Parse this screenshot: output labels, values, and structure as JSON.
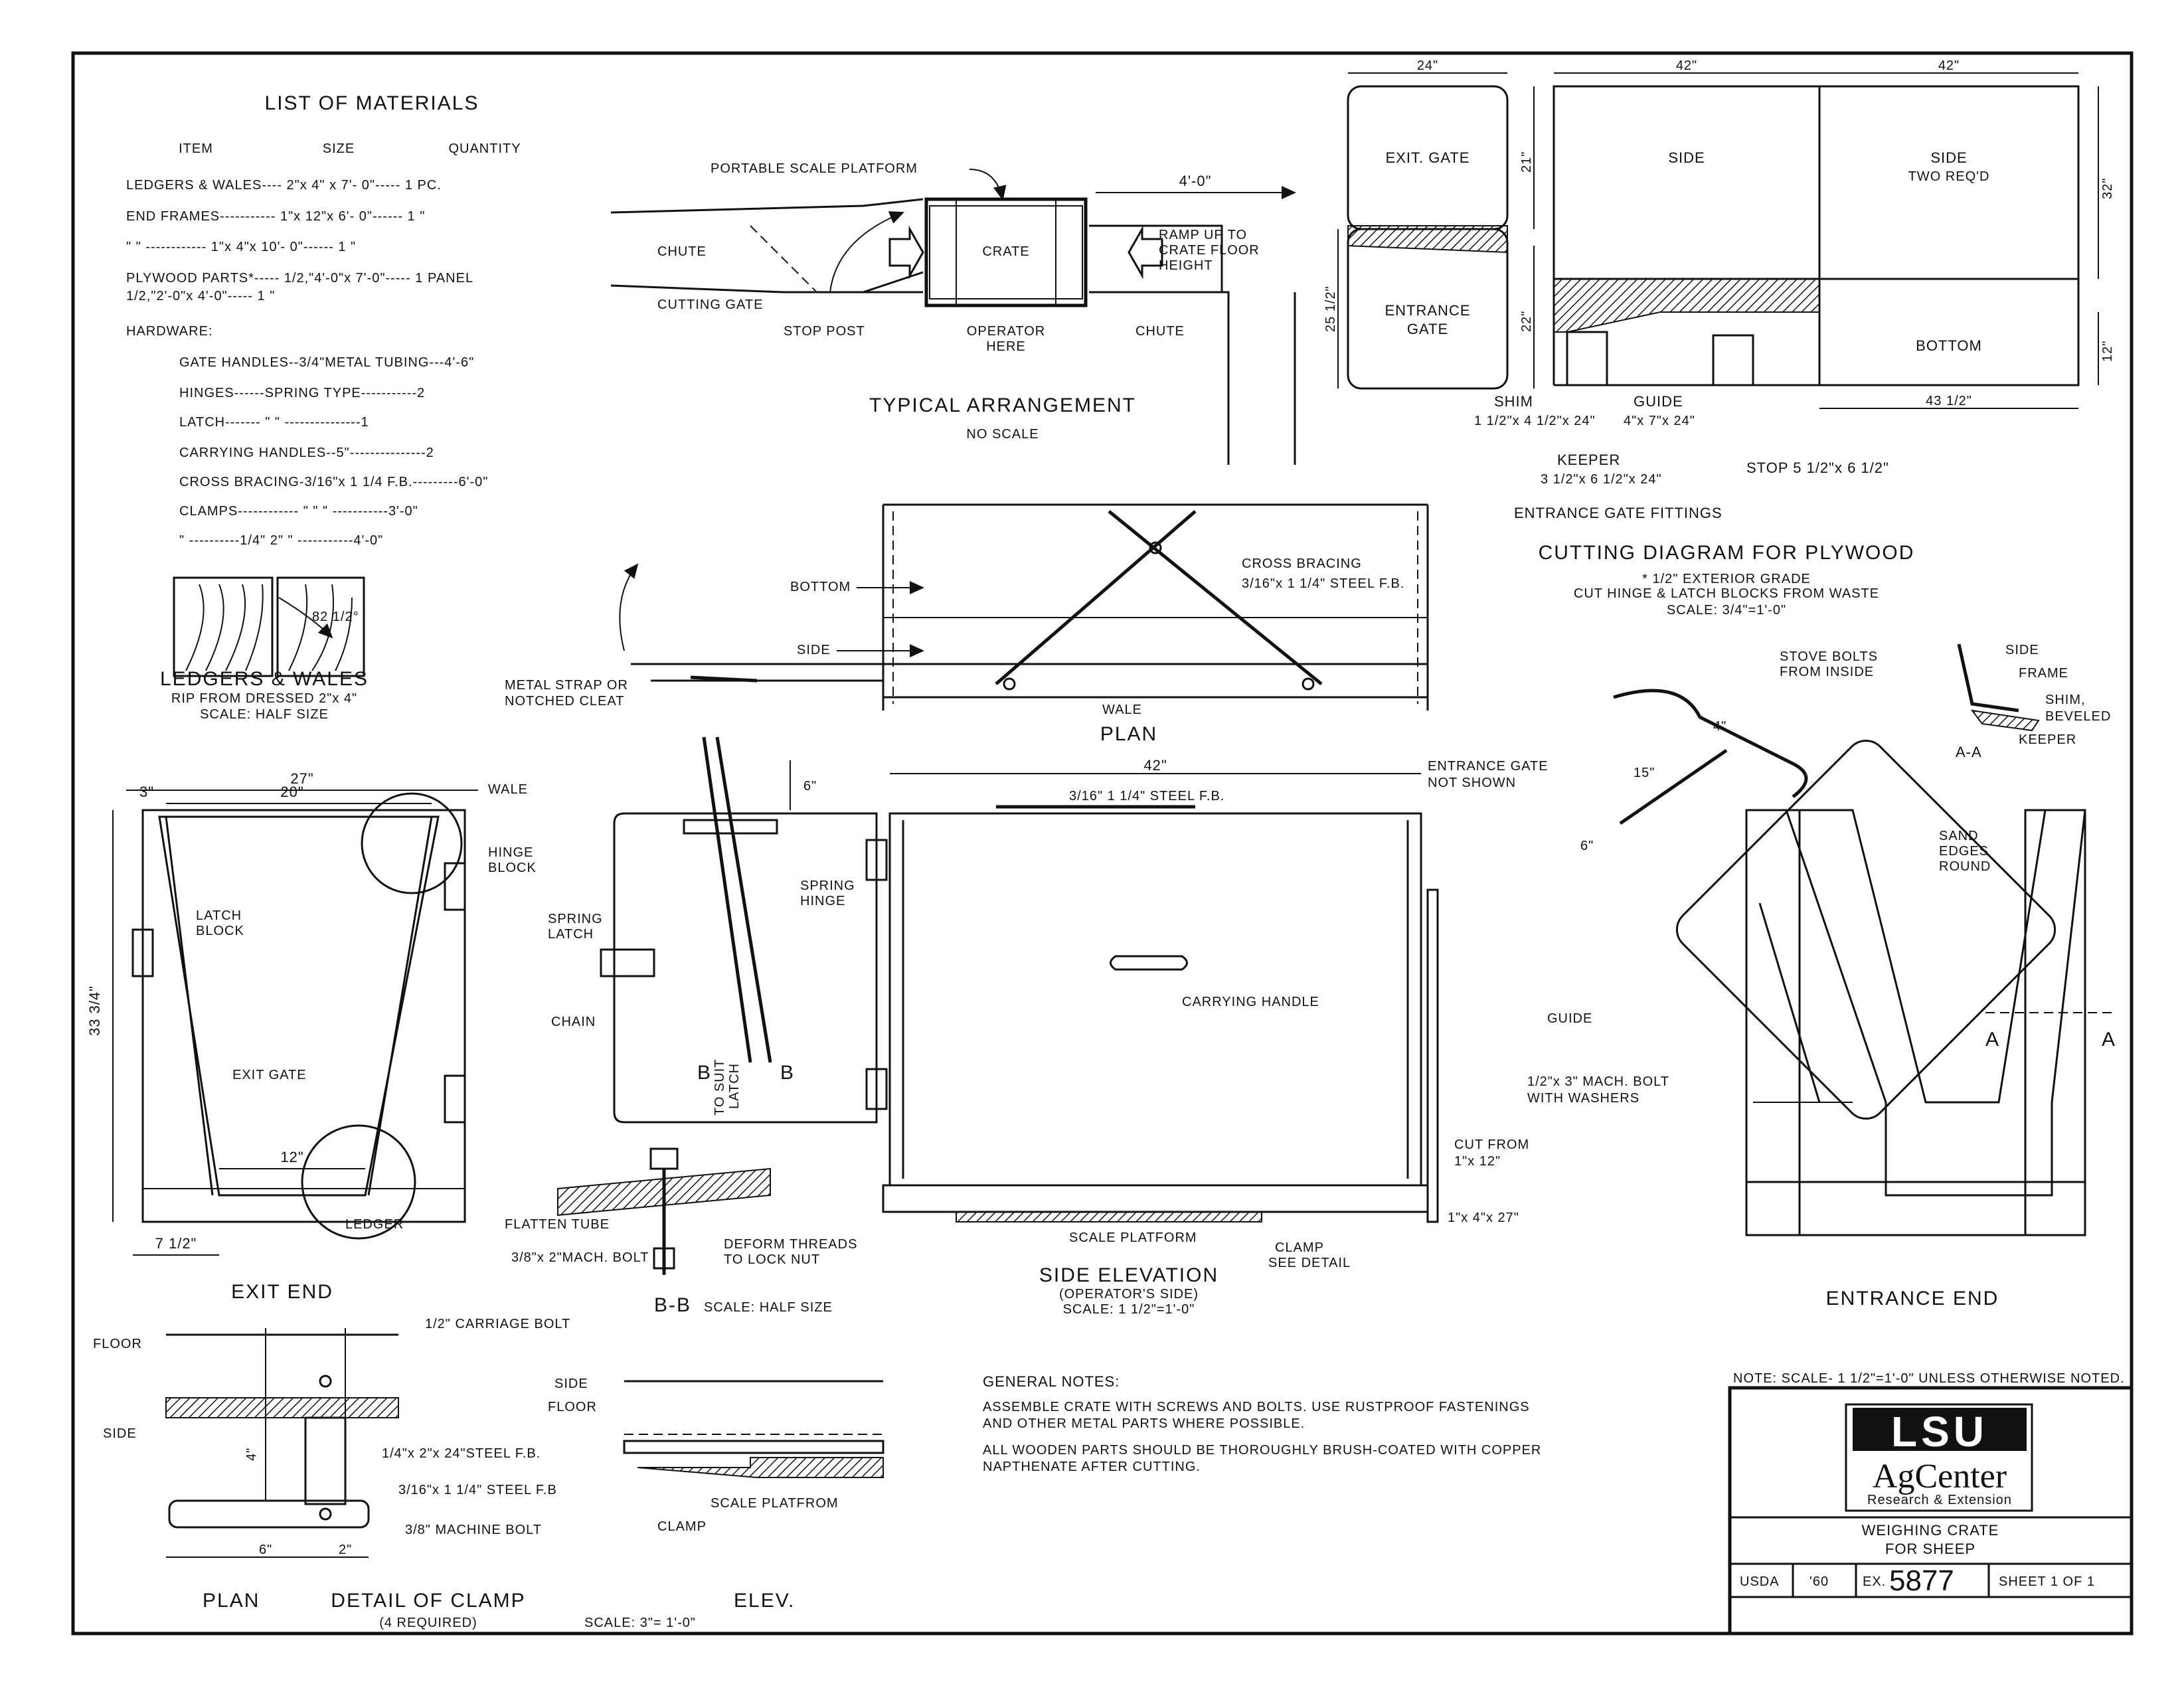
{
  "materials": {
    "title": "LIST OF MATERIALS",
    "header": {
      "item": "ITEM",
      "size": "SIZE",
      "quantity": "QUANTITY"
    },
    "rows": [
      "LEDGERS & WALES---- 2\"x 4\" x 7'- 0\"----- 1 PC.",
      "END FRAMES----------- 1\"x 12\"x 6'- 0\"------ 1 \"",
      "\"         \"  ------------ 1\"x 4\"x 10'- 0\"------ 1 \"",
      "PLYWOOD PARTS*----- 1/2,\"4'-0\"x 7'-0\"----- 1 PANEL",
      "                           1/2,\"2'-0\"x 4'-0\"----- 1 \""
    ],
    "hardware_title": "HARDWARE:",
    "hardware": [
      "GATE HANDLES--3/4\"METAL TUBING---4'-6\"",
      "HINGES------SPRING TYPE-----------2",
      "LATCH-------  \"        \"  ---------------1",
      "CARRYING HANDLES--5\"---------------2",
      "CROSS BRACING-3/16\"x 1 1/4 F.B.---------6'-0\"",
      "CLAMPS------------  \"    \"    \"  -----------3'-0\"",
      "  \"     ----------1/4\"   2\"     \"  -----------4'-0\""
    ]
  },
  "ledgers": {
    "title": "LEDGERS & WALES",
    "sub1": "RIP FROM DRESSED 2\"x 4\"",
    "sub2": "SCALE: HALF SIZE",
    "dim": "82 1/2°"
  },
  "typical": {
    "title": "TYPICAL ARRANGEMENT",
    "sub": "NO SCALE",
    "labels": {
      "platform": "PORTABLE SCALE PLATFORM",
      "chute1": "CHUTE",
      "crate": "CRATE",
      "ramp": "RAMP UP TO",
      "ramp2": "CRATE FLOOR",
      "ramp3": "HEIGHT",
      "cutting_gate": "CUTTING GATE",
      "stop_post": "STOP POST",
      "operator": "OPERATOR",
      "operator2": "HERE",
      "chute2": "CHUTE",
      "dim": "4'-0\""
    }
  },
  "cutting": {
    "title": "CUTTING DIAGRAM FOR PLYWOOD",
    "sub1": "* 1/2\" EXTERIOR  GRADE",
    "sub2": "CUT HINGE & LATCH BLOCKS FROM WASTE",
    "scale": "SCALE: 3/4\"=1'-0\"",
    "fittings_title": "ENTRANCE GATE FITTINGS",
    "labels": {
      "exit_gate": "EXIT. GATE",
      "entrance_gate": "ENTRANCE",
      "entrance_gate2": "GATE",
      "side1": "SIDE",
      "side2": "SIDE",
      "two_req": "TWO REQ'D",
      "bottom": "BOTTOM",
      "shim": "SHIM",
      "shim_dim": "1 1/2\"x 4 1/2\"x 24\"",
      "guide": "GUIDE",
      "guide_dim": "4\"x 7\"x 24\"",
      "keeper": "KEEPER",
      "keeper_dim": "3 1/2\"x 6 1/2\"x 24\"",
      "stop": "STOP 5 1/2\"x 6 1/2\""
    },
    "dims": {
      "d24": "24\"",
      "d42a": "42\"",
      "d42b": "42\"",
      "d21": "21\"",
      "d22": "22\"",
      "d25": "25 1/2\"",
      "d32": "32\"",
      "d12": "12\"",
      "d43": "43 1/2\""
    }
  },
  "plan": {
    "title": "PLAN",
    "labels": {
      "bottom": "BOTTOM",
      "side": "SIDE",
      "bracing": "CROSS BRACING",
      "bracing2": "3/16\"x 1 1/4\" STEEL F.B.",
      "strap": "METAL STRAP OR",
      "strap2": "NOTCHED CLEAT",
      "wale": "WALE"
    }
  },
  "exit_end": {
    "title": "EXIT END",
    "dims": {
      "d27": "27\"",
      "d20": "20\"",
      "d3": "3\"",
      "d12": "12\"",
      "d7": "7 1/2\"",
      "d33": "33 3/4\""
    },
    "labels": {
      "wale": "WALE",
      "hinge": "HINGE",
      "hinge2": "BLOCK",
      "latch": "LATCH",
      "latch2": "BLOCK",
      "exit_gate": "EXIT GATE",
      "ledger": "LEDGER"
    }
  },
  "gate_detail": {
    "labels": {
      "spring": "SPRING",
      "spring2": "LATCH",
      "chain": "CHAIN",
      "spring_hinge": "SPRING",
      "spring_hinge2": "HINGE",
      "b_left": "B",
      "b_right": "B",
      "to_suit": "TO SUIT",
      "latch": "LATCH",
      "d6": "6\""
    }
  },
  "side_elev": {
    "title": "SIDE ELEVATION",
    "sub": "(OPERATOR'S SIDE)",
    "scale": "SCALE: 1 1/2\"=1'-0\"",
    "labels": {
      "d42": "42\"",
      "fb": "3/16\" 1 1/4\" STEEL F.B.",
      "entrance": "ENTRANCE GATE",
      "entrance2": "NOT SHOWN",
      "handle": "CARRYING HANDLE",
      "guide": "GUIDE",
      "bolt": "1/2\"x 3\" MACH. BOLT",
      "bolt2": "WITH WASHERS",
      "cut": "CUT FROM",
      "cut2": "1\"x 12\"",
      "d1427": "1\"x 4\"x 27\"",
      "platform": "SCALE PLATFORM",
      "clamp": "CLAMP",
      "clamp2": "SEE DETAIL"
    }
  },
  "bb": {
    "title": "B-B",
    "scale": "SCALE: HALF SIZE",
    "flatten": "FLATTEN TUBE",
    "deform": "DEFORM THREADS",
    "deform2": "TO LOCK NUT",
    "bolt": "3/8\"x 2\"MACH. BOLT"
  },
  "entrance_end": {
    "title": "ENTRANCE END",
    "labels": {
      "stove": "STOVE BOLTS",
      "stove2": "FROM INSIDE",
      "sand": "SAND",
      "sand2": "EDGES",
      "sand3": "ROUND",
      "d4": "4\"",
      "d15": "15\"",
      "d6": "6\"",
      "a_left": "A",
      "a_right": "A"
    }
  },
  "aa": {
    "title": "A-A",
    "side": "SIDE",
    "frame": "FRAME",
    "shim": "SHIM,",
    "shim2": "BEVELED",
    "keeper": "KEEPER"
  },
  "clamp_detail": {
    "title": "DETAIL OF CLAMP",
    "sub": "(4 REQUIRED)",
    "scale": "SCALE: 3\"= 1'-0\"",
    "plan": "PLAN",
    "elev": "ELEV.",
    "labels": {
      "floor": "FLOOR",
      "side": "SIDE",
      "carriage": "1/2\" CARRIAGE BOLT",
      "fb1": "1/4\"x 2\"x 24\"STEEL F.B.",
      "fb2": "3/16\"x 1 1/4\" STEEL F.B",
      "mach": "3/8\" MACHINE BOLT",
      "d4": "4\"",
      "d6": "6\"",
      "d2": "2\"",
      "side2": "SIDE",
      "floor2": "FLOOR",
      "platform": "SCALE PLATFROM",
      "clamp": "CLAMP"
    }
  },
  "notes": {
    "title": "GENERAL NOTES:",
    "lines": [
      "ASSEMBLE CRATE WITH SCREWS AND BOLTS.  USE RUSTPROOF FASTENINGS",
      "AND OTHER METAL PARTS WHERE POSSIBLE.",
      "ALL WOODEN PARTS SHOULD BE THOROUGHLY BRUSH-COATED WITH COPPER",
      "NAPTHENATE AFTER CUTTING."
    ]
  },
  "title_block": {
    "note": "NOTE: SCALE- 1 1/2\"=1'-0\" UNLESS OTHERWISE NOTED.",
    "logo1": "LSU",
    "logo2": "AgCenter",
    "logo3": "Research & Extension",
    "title1": "WEIGHING  CRATE",
    "title2": "FOR  SHEEP",
    "usda": "USDA",
    "year": "'60",
    "ex": "EX.",
    "number": "5877",
    "sheet": "SHEET 1  OF 1"
  }
}
